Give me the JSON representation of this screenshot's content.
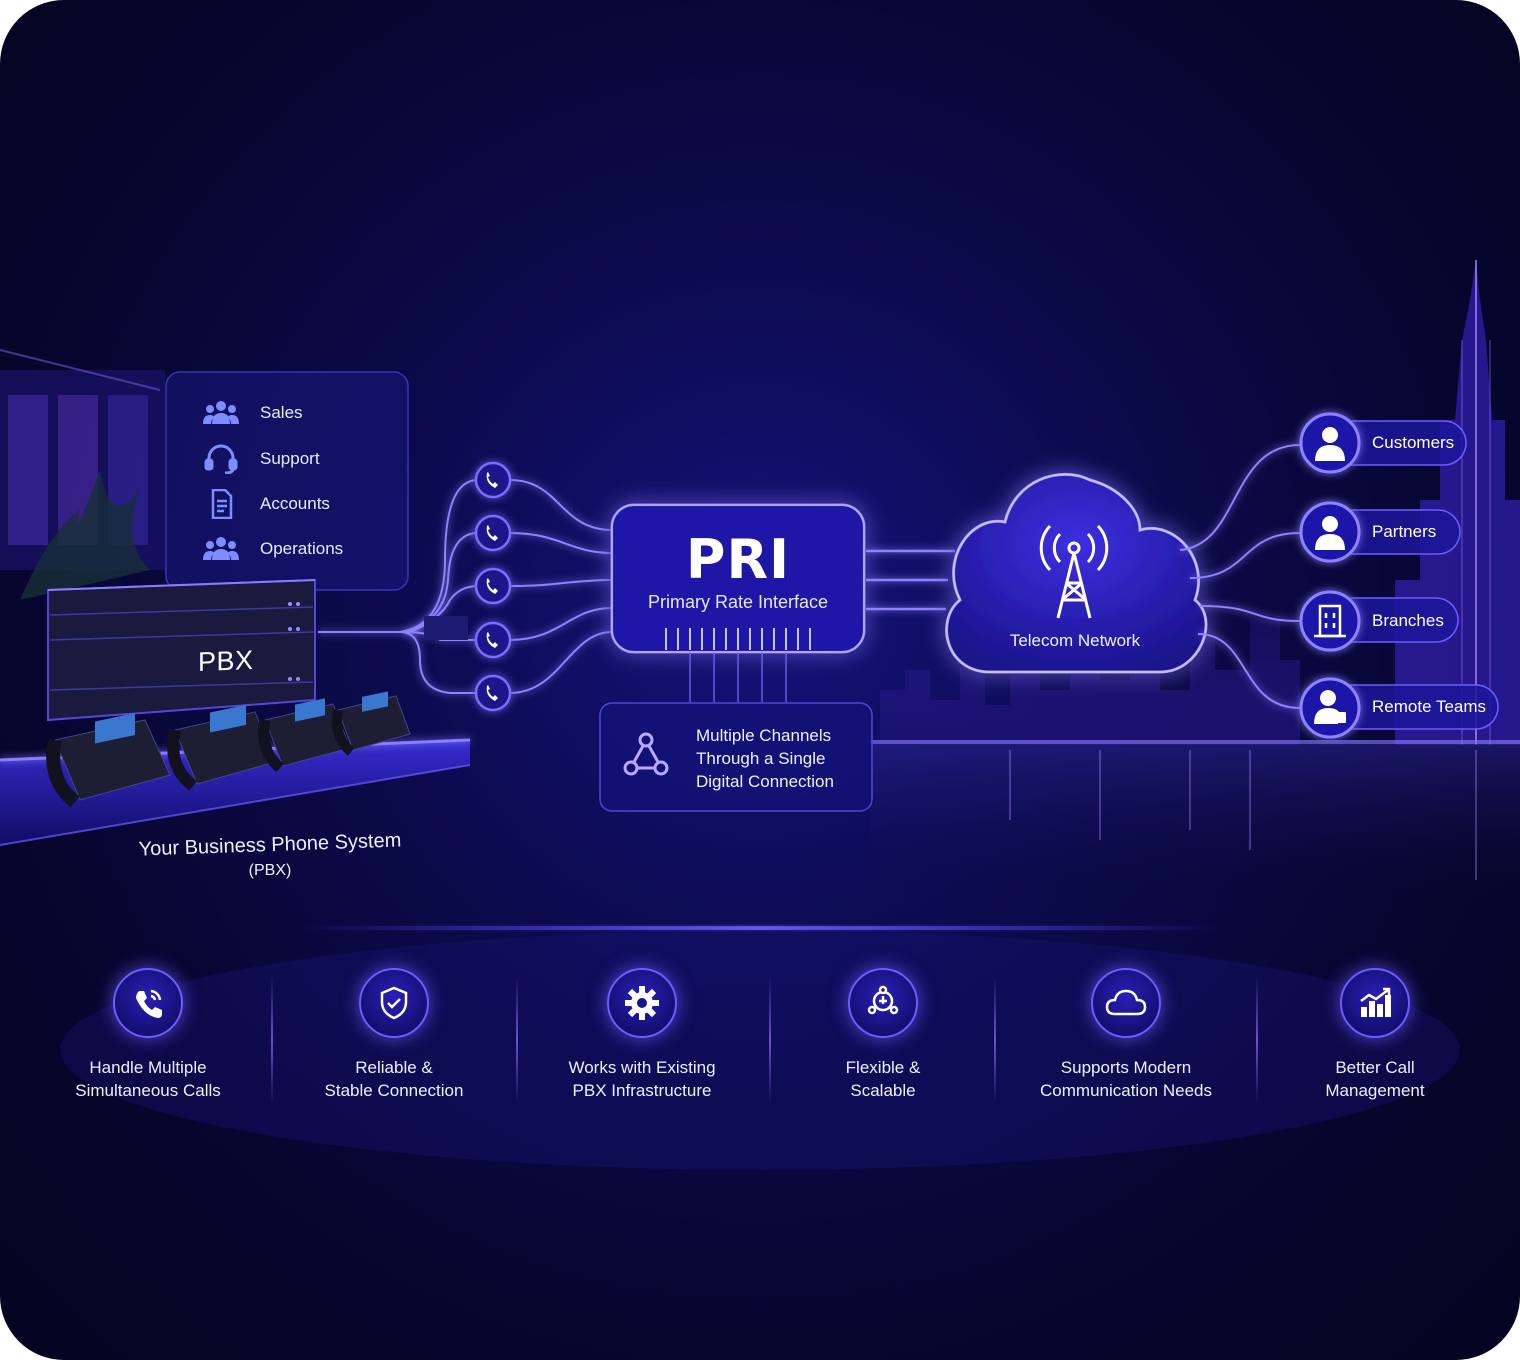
{
  "departments": [
    {
      "label": "Sales",
      "icon": "team-icon"
    },
    {
      "label": "Support",
      "icon": "headset-icon"
    },
    {
      "label": "Accounts",
      "icon": "document-icon"
    },
    {
      "label": "Operations",
      "icon": "team-icon"
    }
  ],
  "pbx": {
    "device_label": "PBX",
    "caption": "Your Business Phone System",
    "caption_sub": "(PBX)"
  },
  "pri": {
    "title": "PRI",
    "subtitle": "Primary Rate Interface"
  },
  "channels_info": {
    "line1": "Multiple Channels",
    "line2": "Through a Single",
    "line3": "Digital Connection"
  },
  "network": {
    "label": "Telecom Network"
  },
  "destinations": [
    {
      "label": "Customers",
      "icon": "person-icon"
    },
    {
      "label": "Partners",
      "icon": "person-icon"
    },
    {
      "label": "Branches",
      "icon": "building-icon"
    },
    {
      "label": "Remote Teams",
      "icon": "remote-worker-icon"
    }
  ],
  "features": [
    {
      "line1": "Handle Multiple",
      "line2": "Simultaneous Calls",
      "icon": "phone-call-icon"
    },
    {
      "line1": "Reliable &",
      "line2": "Stable Connection",
      "icon": "shield-check-icon"
    },
    {
      "line1": "Works with Existing",
      "line2": "PBX Infrastructure",
      "icon": "gear-icon"
    },
    {
      "line1": "Flexible &",
      "line2": "Scalable",
      "icon": "network-nodes-icon"
    },
    {
      "line1": "Supports Modern",
      "line2": "Communication Needs",
      "icon": "cloud-icon"
    },
    {
      "line1": "Better Call",
      "line2": "Management",
      "icon": "bar-chart-icon"
    }
  ],
  "colors": {
    "background": "#0b0a4a",
    "accent": "#6d5cff",
    "glow": "#8a7dff",
    "text": "#eef0ff"
  }
}
